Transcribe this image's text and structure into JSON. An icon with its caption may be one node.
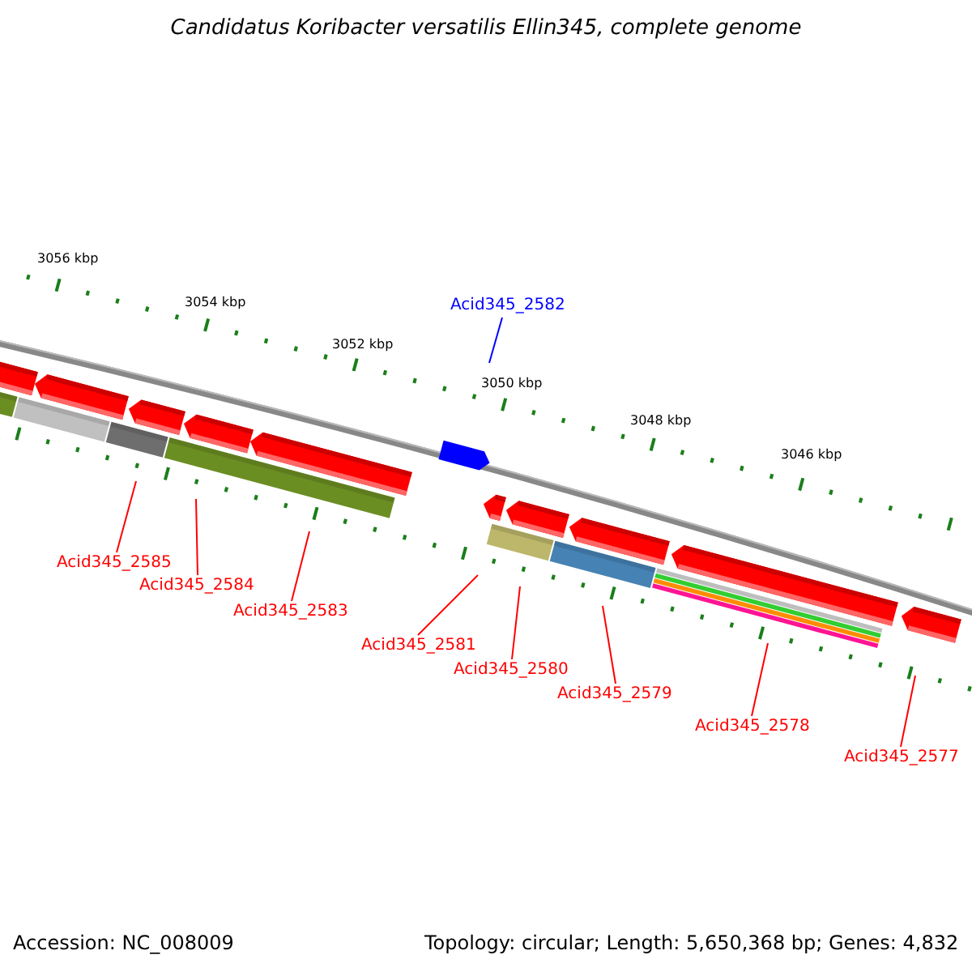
{
  "diagram": {
    "title": "Candidatus Koribacter versatilis Ellin345, complete genome",
    "nodes": [
      {
        "text": [
          "Acid345_2582"
        ]
      },
      {
        "text": [
          "Acid345_2585"
        ]
      },
      {
        "text": [
          "Acid345_2584"
        ]
      },
      {
        "text": [
          "Acid345_2583"
        ]
      },
      {
        "text": [
          "Acid345_2581"
        ]
      },
      {
        "text": [
          "Acid345_2580"
        ]
      },
      {
        "text": [
          "Acid345_2579"
        ]
      },
      {
        "text": [
          "Acid345_2578"
        ]
      },
      {
        "text": [
          "Acid345_2577"
        ]
      }
    ],
    "edges": [
      {
        "from": 0,
        "to": null,
        "arrow": "none",
        "color": "#0000ff"
      },
      {
        "from": 1,
        "to": null,
        "arrow": "none"
      },
      {
        "from": 2,
        "to": null,
        "arrow": "none"
      },
      {
        "from": 3,
        "to": null,
        "arrow": "none"
      },
      {
        "from": 4,
        "to": null,
        "arrow": "none"
      },
      {
        "from": 5,
        "to": null,
        "arrow": "none"
      },
      {
        "from": 6,
        "to": null,
        "arrow": "none"
      },
      {
        "from": 7,
        "to": null,
        "arrow": "none"
      },
      {
        "from": 8,
        "to": null,
        "arrow": "none"
      }
    ],
    "labels": [
      "3056 kbp",
      "3054 kbp",
      "3052 kbp",
      "3050 kbp",
      "3048 kbp",
      "3046 kbp",
      "Accession: NC_008009",
      "Topology: circular; Length: 5,650,368 bp; Genes: 4,832"
    ]
  }
}
